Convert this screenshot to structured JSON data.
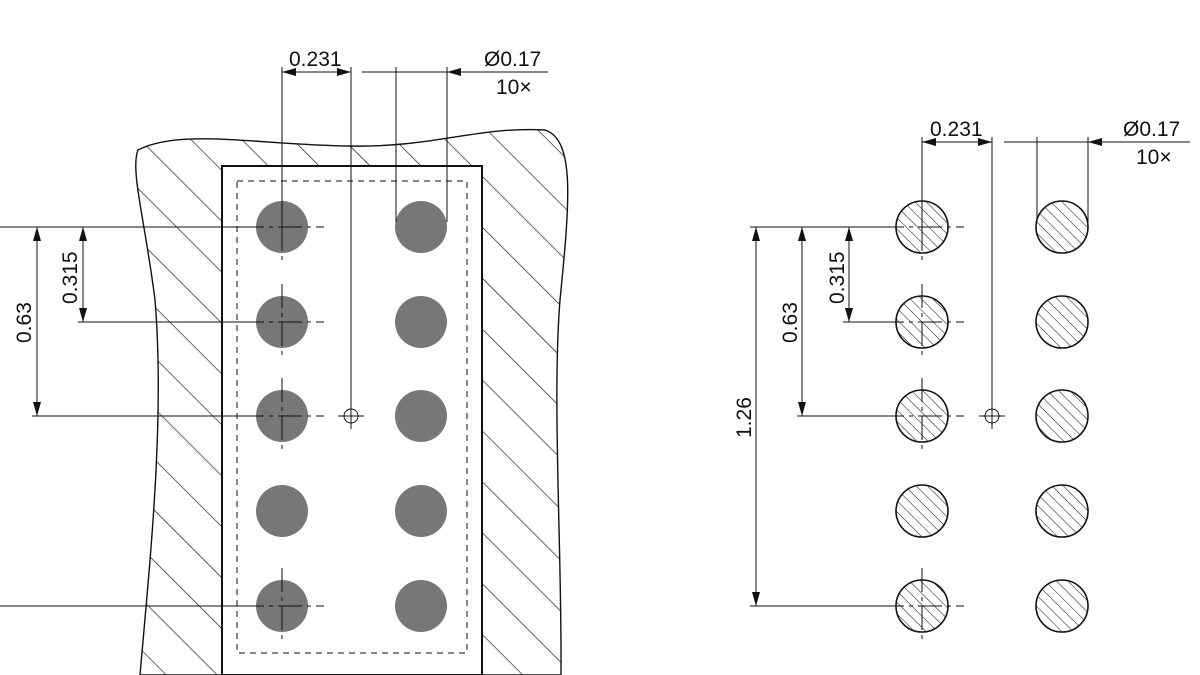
{
  "left_view": {
    "pitch_label": "0.231",
    "diameter_label": "Ø0.17",
    "count_label": "10×",
    "row_pitch_label": "0.315",
    "half_span_label": "0.63"
  },
  "right_view": {
    "pitch_label": "0.231",
    "diameter_label": "Ø0.17",
    "count_label": "10×",
    "row_pitch_label": "0.315",
    "half_span_label": "0.63",
    "full_span_label": "1.26"
  },
  "colors": {
    "line": "#111111",
    "pad_fill": "#777777",
    "background": "#ffffff"
  }
}
